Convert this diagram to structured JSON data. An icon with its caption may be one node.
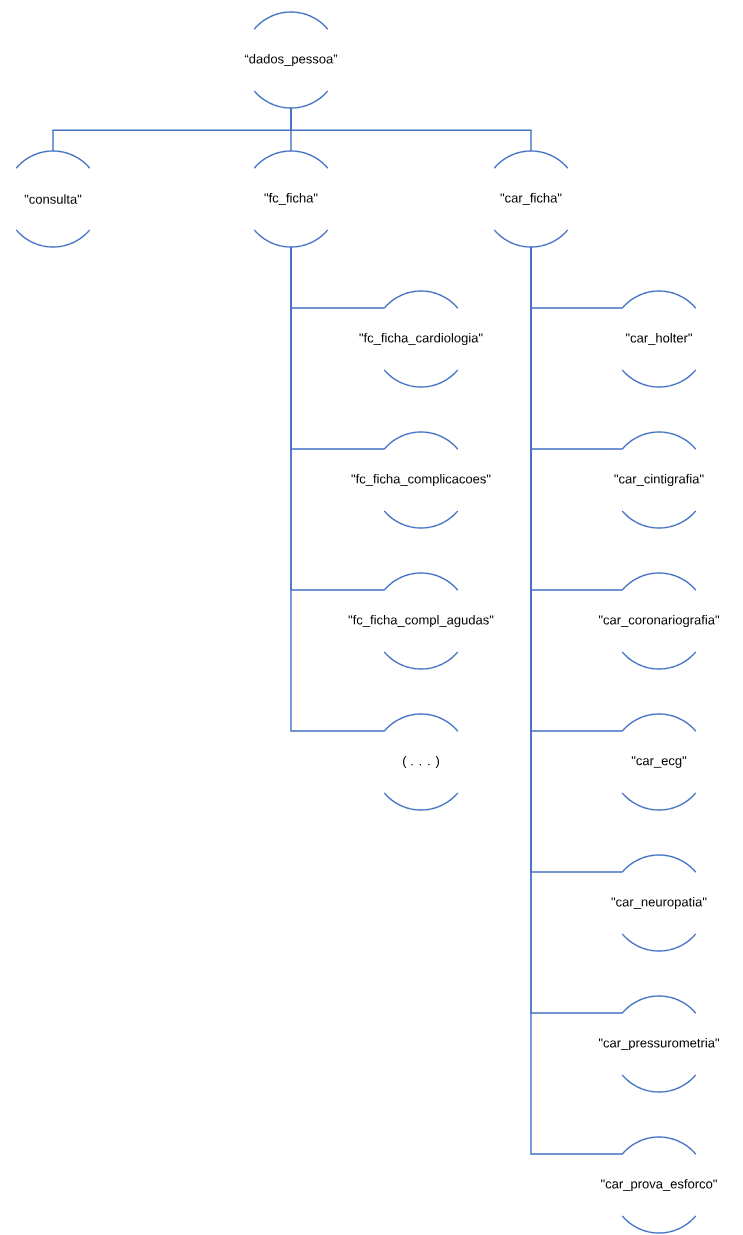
{
  "diagram": {
    "nodes": [
      {
        "text": [
          "“dados_pessoa”"
        ]
      },
      {
        "text": [
          "\"consulta\""
        ]
      },
      {
        "text": [
          "\"fc_ficha\""
        ]
      },
      {
        "text": [
          "\"car_ficha\""
        ]
      },
      {
        "text": [
          "\"fc_ficha_cardiologia\""
        ]
      },
      {
        "text": [
          "\"fc_ficha_complicacoes\""
        ]
      },
      {
        "text": [
          "\"fc_ficha_compl_agudas\""
        ]
      },
      {
        "text": [
          "( . . . )"
        ]
      },
      {
        "text": [
          "\"car_holter\""
        ]
      },
      {
        "text": [
          "\"car_cintigrafia\""
        ]
      },
      {
        "text": [
          "\"car_coronariografia\""
        ]
      },
      {
        "text": [
          "\"car_ecg\""
        ]
      },
      {
        "text": [
          "\"car_neuropatia\""
        ]
      },
      {
        "text": [
          "\"car_pressurometria\""
        ]
      },
      {
        "text": [
          "\"car_prova_esforco\""
        ]
      }
    ],
    "edges": [
      {
        "from": 0,
        "to": 1,
        "arrow": "none"
      },
      {
        "from": 0,
        "to": 2,
        "arrow": "none"
      },
      {
        "from": 0,
        "to": 3,
        "arrow": "none"
      },
      {
        "from": 2,
        "to": 4,
        "arrow": "none"
      },
      {
        "from": 2,
        "to": 5,
        "arrow": "none"
      },
      {
        "from": 2,
        "to": 6,
        "arrow": "none"
      },
      {
        "from": 2,
        "to": 7,
        "arrow": "none"
      },
      {
        "from": 3,
        "to": 8,
        "arrow": "none"
      },
      {
        "from": 3,
        "to": 9,
        "arrow": "none"
      },
      {
        "from": 3,
        "to": 10,
        "arrow": "none"
      },
      {
        "from": 3,
        "to": 11,
        "arrow": "none"
      },
      {
        "from": 3,
        "to": 12,
        "arrow": "none"
      },
      {
        "from": 3,
        "to": 13,
        "arrow": "none"
      },
      {
        "from": 3,
        "to": 14,
        "arrow": "none"
      }
    ]
  }
}
